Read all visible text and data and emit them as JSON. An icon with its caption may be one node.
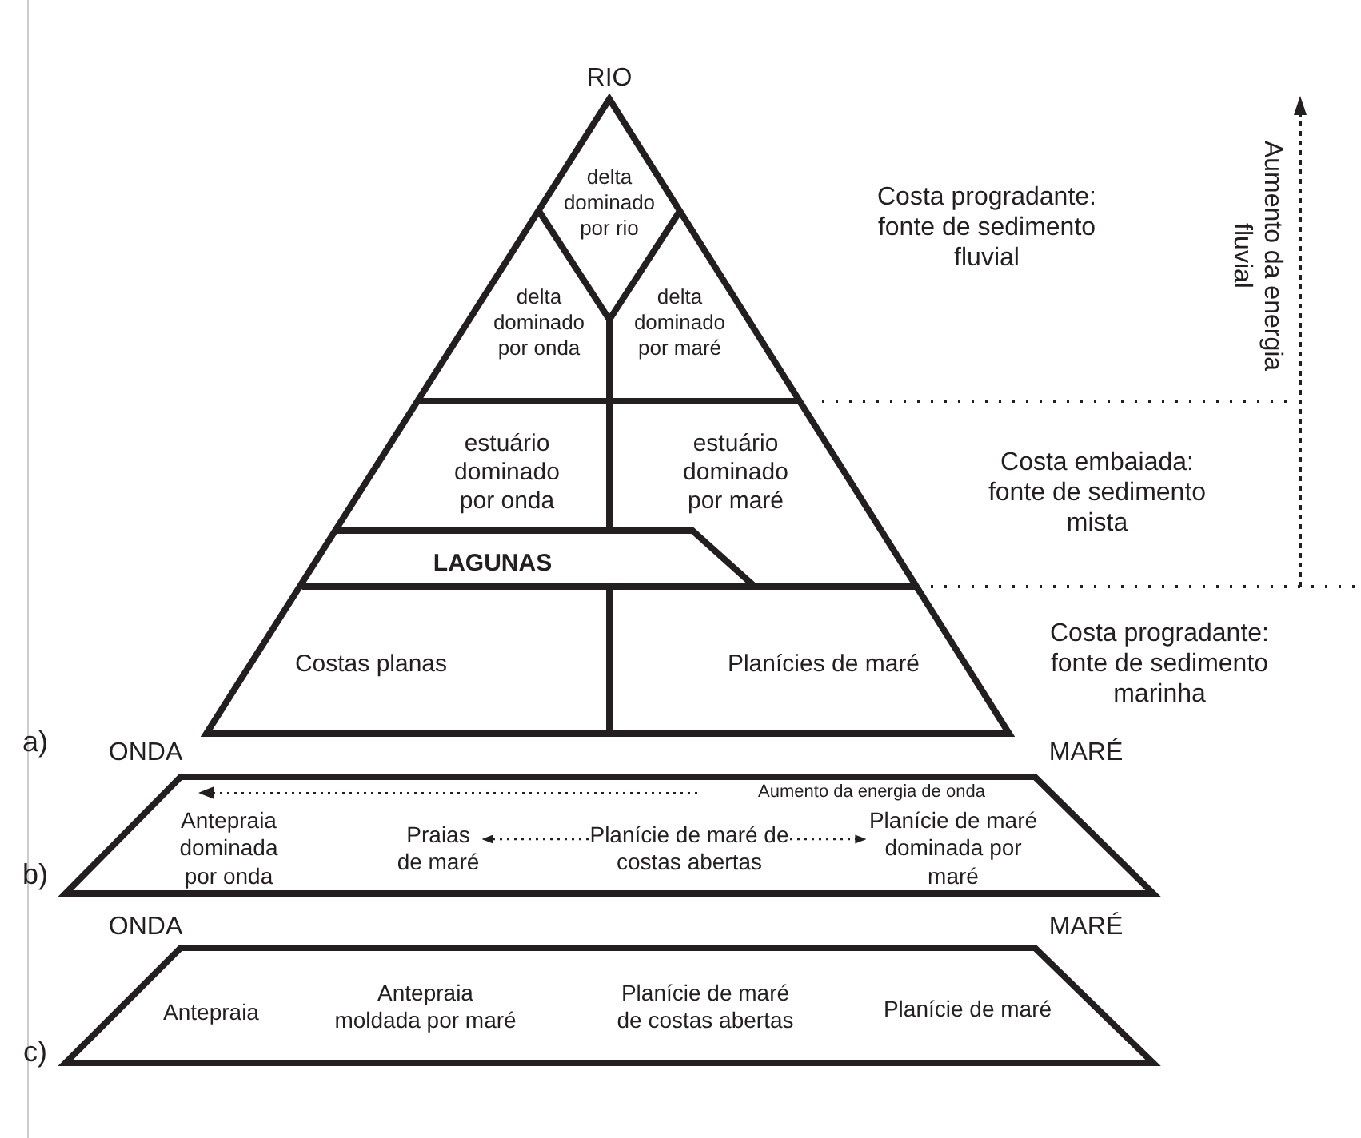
{
  "diagram": {
    "nodes": [
      {
        "text": [],
        "shape": "triangle"
      },
      {
        "text": [
          "delta dominado por rio"
        ],
        "in": 0
      },
      {
        "text": [
          "delta dominado por onda"
        ],
        "in": 0
      },
      {
        "text": [
          "delta dominado por maré"
        ],
        "in": 0
      },
      {
        "text": [
          "estuário dominado por onda"
        ],
        "in": 0
      },
      {
        "text": [
          "estuário dominado por maré"
        ],
        "in": 0
      },
      {
        "text": [
          "LAGUNAS"
        ],
        "in": 0
      },
      {
        "text": [
          "Costas planas"
        ],
        "in": 0
      },
      {
        "text": [
          "Planícies de maré"
        ],
        "in": 0
      },
      {
        "text": [],
        "shape": "trapezoid"
      },
      {
        "text": [
          "Antepraia dominada por onda"
        ],
        "in": 9
      },
      {
        "text": [
          "Praias de maré"
        ],
        "in": 9
      },
      {
        "text": [
          "Planície de maré de costas abertas"
        ],
        "in": 9
      },
      {
        "text": [
          "Planície de maré dominada por maré"
        ],
        "in": 9
      },
      {
        "text": [],
        "shape": "trapezoid"
      },
      {
        "text": [
          "Antepraia"
        ],
        "in": 14
      },
      {
        "text": [
          "Antepraia moldada por maré"
        ],
        "in": 14
      },
      {
        "text": [
          "Planície de maré de costas abertas"
        ],
        "in": 14
      },
      {
        "text": [
          "Planície de maré"
        ],
        "in": 14
      }
    ],
    "edges": [
      {
        "from": 12,
        "to": 11,
        "arrow": "to",
        "style": "dashed"
      },
      {
        "from": 12,
        "to": 13,
        "arrow": "to",
        "style": "dashed"
      }
    ],
    "labels": [
      "RIO",
      "Costa progradante: fonte de sedimento fluvial",
      "Aumento da energia fluvial",
      "Costa embaiada: fonte de sedimento mista",
      "Costa progradante: fonte de sedimento marinha",
      "a)",
      "ONDA",
      "MARÉ",
      "Aumento da energia de onda",
      "b)",
      "ONDA",
      "MARÉ",
      "c)"
    ]
  }
}
